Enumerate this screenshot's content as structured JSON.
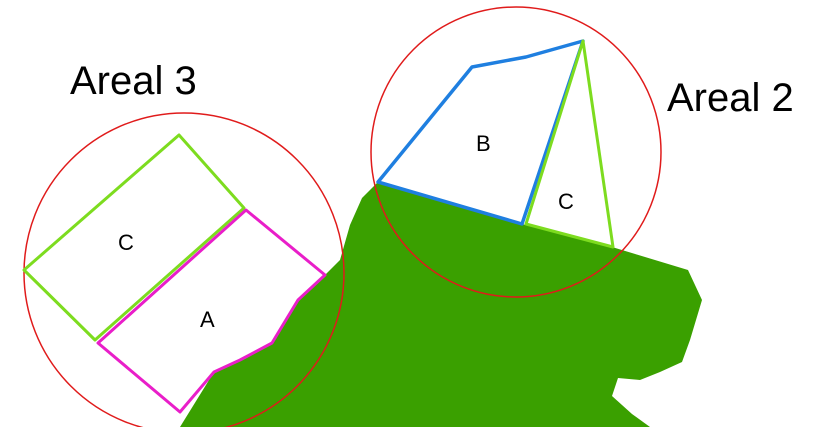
{
  "areas": [
    {
      "title": "Areal 3",
      "circle_color": "#e01b1b"
    },
    {
      "title": "Areal 2",
      "circle_color": "#e01b1b"
    }
  ],
  "regions": [
    {
      "label": "C",
      "area": "Areal 3",
      "outline_color": "#7ddc1f"
    },
    {
      "label": "A",
      "area": "Areal 3",
      "outline_color": "#e91ec9"
    },
    {
      "label": "B",
      "area": "Areal 2",
      "outline_color": "#1f7fe0"
    },
    {
      "label": "C",
      "area": "Areal 2",
      "outline_color": "#7ddc1f"
    }
  ],
  "colors": {
    "land": "#3aa000",
    "background": "#ffffff"
  }
}
